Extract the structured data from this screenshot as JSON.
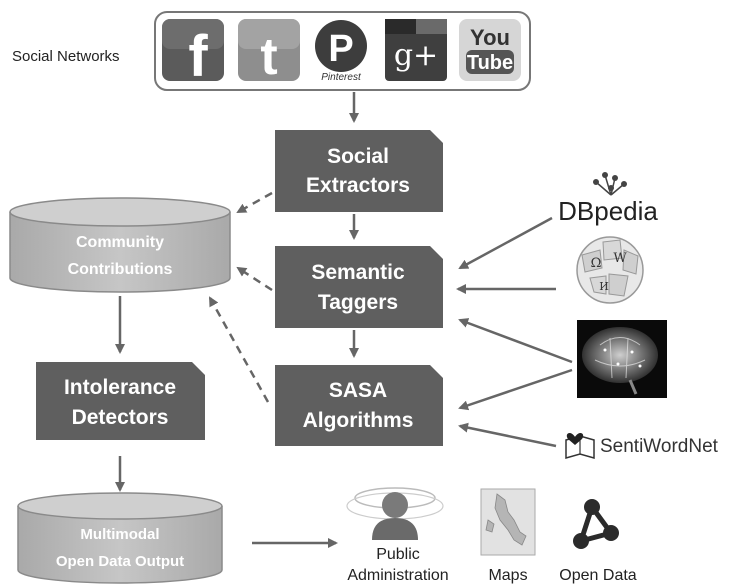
{
  "social_networks": {
    "label": "Social Networks",
    "icons": [
      {
        "name": "facebook-icon",
        "glyph": "f",
        "bg": "#5a5a5a"
      },
      {
        "name": "twitter-icon",
        "glyph": "t",
        "bg": "#8a8a8a"
      },
      {
        "name": "pinterest-icon",
        "glyph": "P",
        "caption": "Pinterest",
        "bg": "#ffffff"
      },
      {
        "name": "google-plus-icon",
        "glyph": "g+",
        "bg": "#5a5a5a"
      },
      {
        "name": "youtube-icon",
        "glyph": "You",
        "glyph2": "Tube",
        "bg": "#d8d8d8"
      }
    ]
  },
  "nodes": {
    "social_extractors": {
      "line1": "Social",
      "line2": "Extractors"
    },
    "semantic_taggers": {
      "line1": "Semantic",
      "line2": "Taggers"
    },
    "sasa_algorithms": {
      "line1": "SASA",
      "line2": "Algorithms"
    },
    "intolerance_detectors": {
      "line1": "Intolerance",
      "line2": "Detectors"
    },
    "community_contributions": {
      "line1": "Community",
      "line2": "Contributions"
    },
    "multimodal_output": {
      "line1": "Multimodal",
      "line2": "Open Data Output"
    }
  },
  "resources": {
    "dbpedia": "DBpedia",
    "sentiwordnet": "SentiWordNet"
  },
  "outputs": {
    "public_admin": {
      "line1": "Public",
      "line2": "Administration"
    },
    "maps": "Maps",
    "open_data": "Open Data"
  },
  "colors": {
    "dark_box": "#5f5f5f",
    "cylinder": "#b9b9b9",
    "arrow": "#666666",
    "text_on_dark": "#ffffff"
  }
}
